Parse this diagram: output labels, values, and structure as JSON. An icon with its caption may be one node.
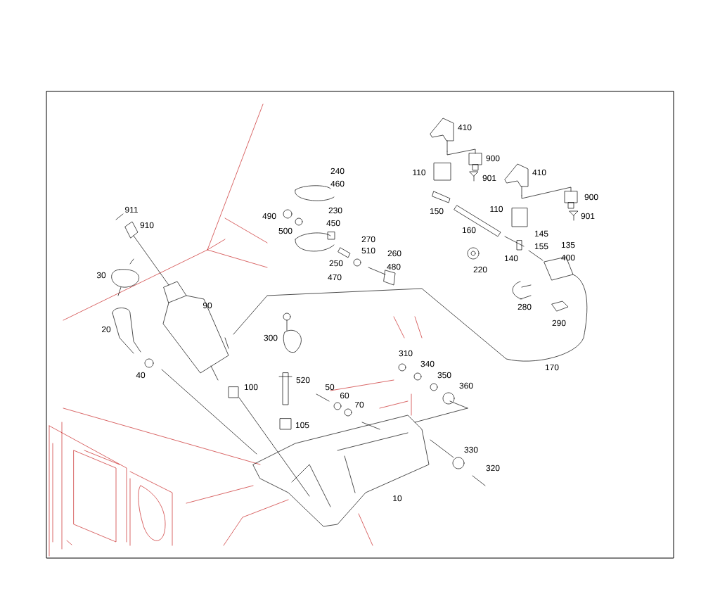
{
  "diagram": {
    "labels": [
      "410",
      "110",
      "900",
      "901",
      "410",
      "900",
      "901",
      "240",
      "460",
      "110",
      "150",
      "911",
      "490",
      "230",
      "910",
      "450",
      "500",
      "160",
      "145",
      "270",
      "155",
      "135",
      "510",
      "260",
      "140",
      "220",
      "400",
      "250",
      "480",
      "30",
      "470",
      "90",
      "280",
      "290",
      "20",
      "300",
      "310",
      "340",
      "170",
      "350",
      "40",
      "520",
      "100",
      "360",
      "50",
      "60",
      "70",
      "105",
      "330",
      "320",
      "10"
    ]
  }
}
